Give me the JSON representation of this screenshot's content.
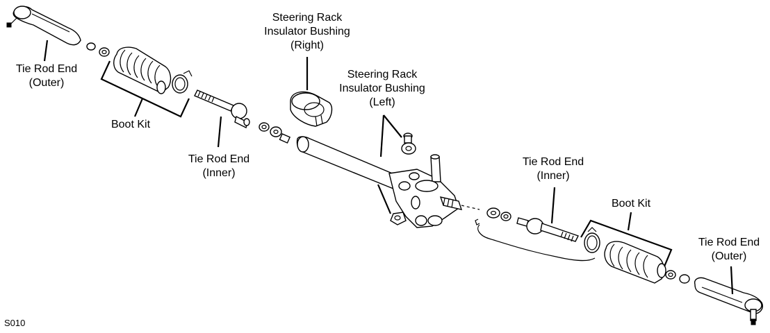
{
  "labels": {
    "tie_rod_end_outer_left": [
      "Tie Rod End",
      "(Outer)"
    ],
    "boot_kit_left": "Boot Kit",
    "tie_rod_end_inner_left": [
      "Tie Rod End",
      "(Inner)"
    ],
    "insulator_bushing_right": [
      "Steering Rack",
      "Insulator Bushing",
      "(Right)"
    ],
    "insulator_bushing_left": [
      "Steering Rack",
      "Insulator Bushing",
      "(Left)"
    ],
    "tie_rod_end_inner_right": [
      "Tie Rod End",
      "(Inner)"
    ],
    "boot_kit_right": "Boot Kit",
    "tie_rod_end_outer_right": [
      "Tie Rod End",
      "(Outer)"
    ]
  },
  "figure_code": "S010"
}
